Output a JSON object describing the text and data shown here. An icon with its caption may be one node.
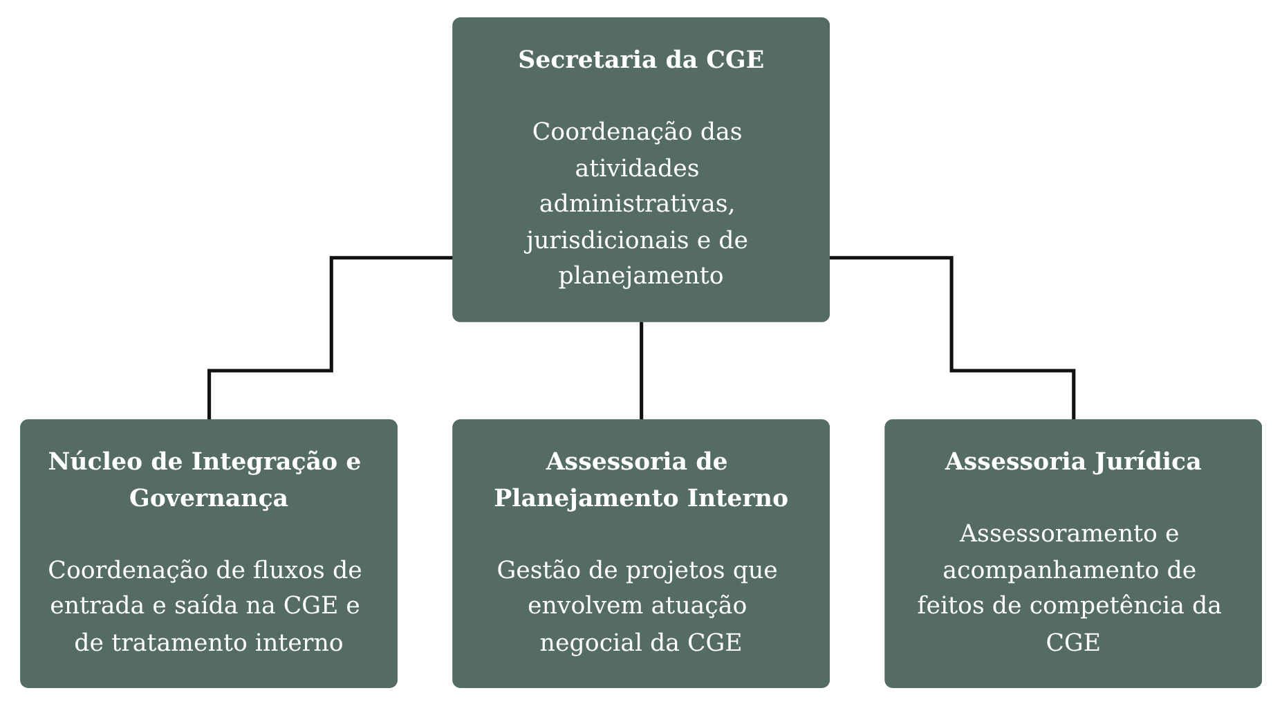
{
  "diagram": {
    "nodes": [
      {
        "text": [
          "Secretaria da CGE",
          "Coordenação das atividades administrativas, jurisdicionais e de planejamento"
        ]
      },
      {
        "text": [
          "Núcleo de Integração e Governança",
          "Coordenação de fluxos de entrada e saída na CGE e de tratamento interno"
        ]
      },
      {
        "text": [
          "Assessoria de Planejamento Interno",
          "Gestão de projetos que envolvem atuação negocial da CGE"
        ]
      },
      {
        "text": [
          "Assessoria Jurídica",
          "Assessoramento e acompanhamento de feitos de competência da CGE"
        ]
      }
    ],
    "edges": [
      {
        "from": 0,
        "to": 1,
        "arrow": "none"
      },
      {
        "from": 0,
        "to": 2,
        "arrow": "none"
      },
      {
        "from": 0,
        "to": 3,
        "arrow": "none"
      }
    ]
  }
}
